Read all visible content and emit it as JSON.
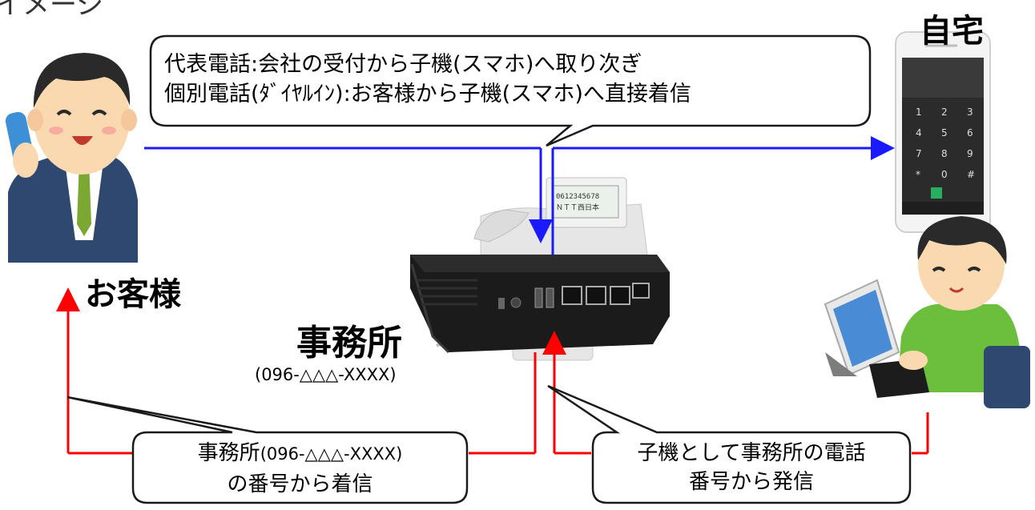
{
  "header_partial": "イメージ",
  "labels": {
    "customer": "お客様",
    "home": "自宅",
    "office": "事務所",
    "office_number": "(096-△△△-XXXX)"
  },
  "callouts": {
    "top": {
      "line1": "代表電話:会社の受付から子機(スマホ)へ取り次ぎ",
      "line2": "個別電話(ﾀﾞｲﾔﾙｲﾝ):お客様から子機(スマホ)へ直接着信"
    },
    "bottom_left": {
      "line1_prefix": "事務所",
      "line1_number": "(096-△△△-XXXX)",
      "line2": "の番号から着信"
    },
    "bottom_right": {
      "line1": "子機として事務所の電話",
      "line2": "番号から発信"
    }
  },
  "desk_phone_screen": {
    "line1": "0612345678",
    "line2": "ＮＴＴ西日本"
  },
  "smartphone_keys": [
    "1",
    "2",
    "3",
    "4",
    "5",
    "6",
    "7",
    "8",
    "9",
    "*",
    "0",
    "#"
  ],
  "colors": {
    "inbound_arrow": "#1a1aff",
    "outbound_arrow": "#ff0000",
    "callout_border": "#1a1a1a",
    "suit": "#2f4870",
    "tie": "#7aa832",
    "skin": "#fbd9b0",
    "hair": "#2a2a2a",
    "handset": "#3d8fd6",
    "router_body": "#1b1b1b",
    "shirt": "#6cbf3c"
  }
}
